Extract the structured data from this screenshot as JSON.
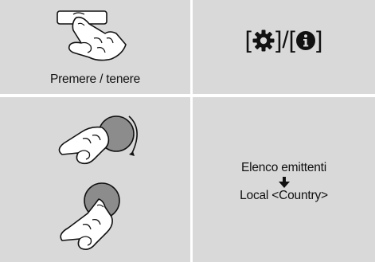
{
  "cells": {
    "top_left": {
      "caption": "Premere / tenere",
      "illustration": "hand-press-button-icon"
    },
    "top_right": {
      "open_bracket": "[",
      "separator": "]/[",
      "close_bracket": "]",
      "icons": [
        "gear-icon",
        "info-icon"
      ]
    },
    "bottom_left": {
      "illustrations": [
        "hand-rotate-knob-icon",
        "hand-press-knob-icon"
      ]
    },
    "bottom_right": {
      "line1": "Elenco emittenti",
      "arrow": "arrow-down-icon",
      "line2": "Local <Country>"
    }
  },
  "colors": {
    "cell_background": "#d9d9d9",
    "divider": "#ffffff",
    "ink": "#111111"
  }
}
